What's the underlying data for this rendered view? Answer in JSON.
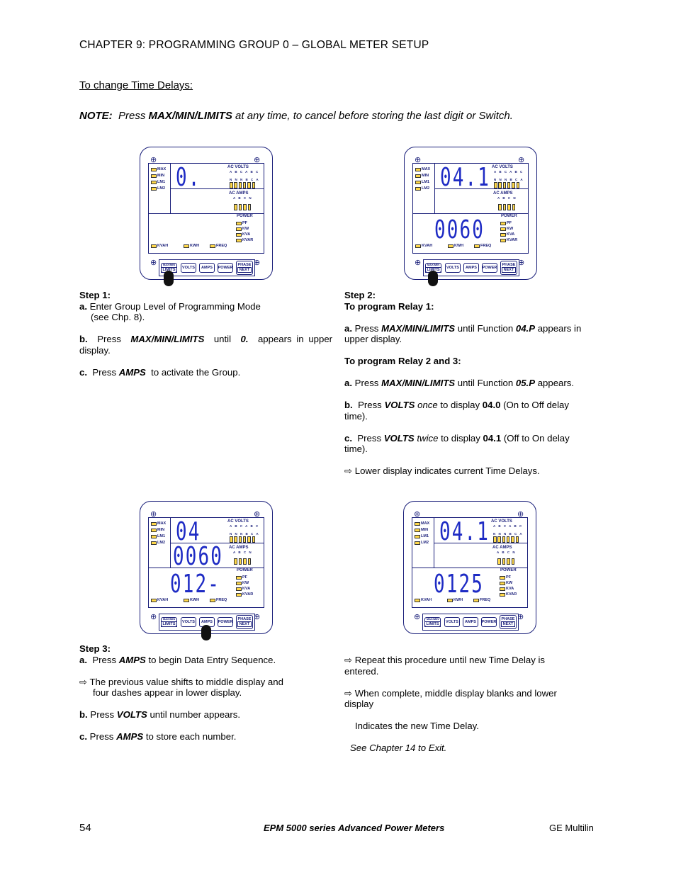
{
  "header": {
    "chapter": "CHAPTER 9: PROGRAMMING GROUP 0 – GLOBAL METER SETUP"
  },
  "subheading": "To change Time Delays:",
  "note": {
    "label": "NOTE:",
    "pre": "Press",
    "key": "MAX/MIN/LIMITS",
    "post": "at any time, to cancel before storing the last digit or Switch."
  },
  "meter_labels": {
    "max": "MAX",
    "min": "MIN",
    "lm1": "LM1",
    "lm2": "LM2",
    "ac_volts": "AC VOLTS",
    "ac_amps": "AC AMPS",
    "power": "POWER",
    "volts_phases_top": "A B C A B C",
    "volts_phases_bottom": "N N N B C A",
    "amps_phases": "A B C N",
    "pf": "PF",
    "kw": "KW",
    "kva": "KVA",
    "kvar": "KVAR",
    "kvah": "KVAH",
    "kwh": "KWH",
    "freq": "FREQ",
    "btn_maxmin": "MAX/MIN",
    "btn_limits": "LIMITS",
    "btn_volts": "VOLTS",
    "btn_amps": "AMPS",
    "btn_power": "POWER",
    "btn_phase": "PHASE",
    "btn_next": "NEXT"
  },
  "meters": [
    {
      "upper": "0.",
      "middle": "",
      "lower": ""
    },
    {
      "upper": "04.1",
      "middle": "",
      "lower": "0060"
    },
    {
      "upper": "04",
      "middle": "0060",
      "lower": "012-"
    },
    {
      "upper": "04.1",
      "middle": "",
      "lower": "0125"
    }
  ],
  "step1": {
    "title": "Step 1:",
    "a_label": "a.",
    "a_text": "Enter Group Level of Programming Mode",
    "a_text2": "(see Chp. 8).",
    "b_label": "b.",
    "b_pre": "Press",
    "b_key": "MAX/MIN/LIMITS",
    "b_mid": "until",
    "b_val": "0.",
    "b_post": "appears in upper display.",
    "c_label": "c.",
    "c_pre": "Press",
    "c_key": "AMPS",
    "c_post": "to activate the Group."
  },
  "step2": {
    "title": "Step 2:",
    "sub1": "To program Relay 1:",
    "a1_label": "a.",
    "a1_pre": "Press",
    "a1_key": "MAX/MIN/LIMITS",
    "a1_mid": "until Function",
    "a1_val": "04.P",
    "a1_post": "appears in upper display.",
    "sub2": "To program Relay 2 and 3:",
    "a2_label": "a.",
    "a2_pre": "Press",
    "a2_key": "MAX/MIN/LIMITS",
    "a2_mid": "until Function",
    "a2_val": "05.P",
    "a2_post": "appears.",
    "b_label": "b.",
    "b_pre": "Press",
    "b_key": "VOLTS",
    "b_mode": "once",
    "b_mid": "to display",
    "b_val": "04.0",
    "b_post": "(On to Off delay time).",
    "c_label": "c.",
    "c_pre": "Press",
    "c_key": "VOLTS",
    "c_mode": "twice",
    "c_mid": "to display",
    "c_val": "04.1",
    "c_post": "(Off to On delay time).",
    "d_text": "Lower display indicates current Time Delays."
  },
  "step3": {
    "title": "Step 3:",
    "a_label": "a.",
    "a_pre": "Press",
    "a_key": "AMPS",
    "a_post": "to begin Data Entry Sequence.",
    "arrow_text": "The previous value shifts to middle display and",
    "arrow_text2": "four dashes appear in lower display.",
    "b_label": "b.",
    "b_pre": "Press",
    "b_key": "VOLTS",
    "b_post": "until number appears.",
    "c_label": "c.",
    "c_pre": "Press",
    "c_key": "AMPS",
    "c_post": "to store each number."
  },
  "step4": {
    "r1": "Repeat this procedure until new Time Delay is",
    "r1b": "entered.",
    "r2": "When complete, middle display blanks and lower",
    "r2b": "display",
    "r3": "Indicates the new Time Delay.",
    "r4": "See Chapter 14 to Exit."
  },
  "footer": {
    "page": "54",
    "title": "EPM 5000 series Advanced Power Meters",
    "company": "GE Multilin"
  }
}
